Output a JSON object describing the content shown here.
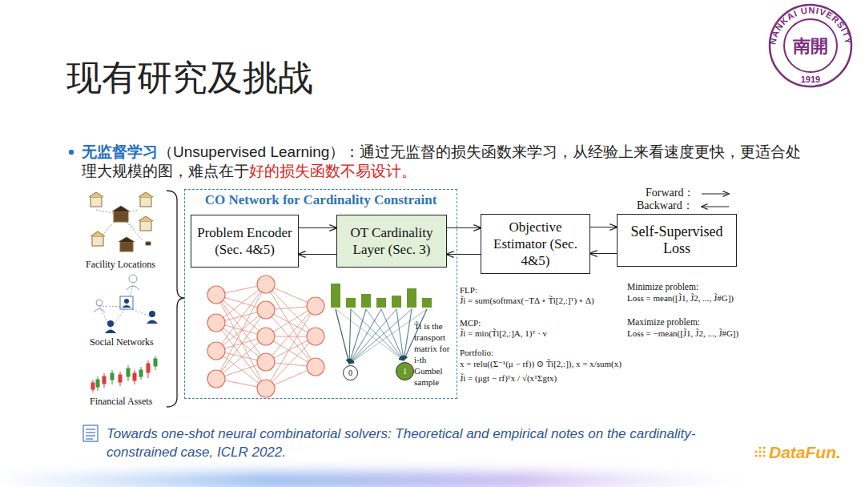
{
  "diagram": {
    "title": "现有研究及挑战",
    "caption": "Towards one-shot neural combinatorial solvers: Theoretical and empirical notes on the cardinality-constrained case, ICLR 2022.",
    "nodes": [
      {
        "text": [
          "CO Network for Cardinality Constraint"
        ]
      },
      {
        "text": [
          "Problem Encoder (Sec. 4&5)"
        ],
        "in": 0
      },
      {
        "text": [
          "OT Cardinality Layer (Sec. 3)"
        ],
        "in": 0
      },
      {
        "text": [
          "Objective Estimator (Sec. 4&5)"
        ]
      },
      {
        "text": [
          "Self-Supervised Loss"
        ]
      },
      {
        "text": [
          "0"
        ],
        "in": 0
      },
      {
        "text": [
          "1"
        ],
        "in": 0
      }
    ],
    "edges": [
      {
        "from": 1,
        "to": 2,
        "arrow": "to"
      },
      {
        "from": 2,
        "to": 1,
        "arrow": "to"
      },
      {
        "from": 2,
        "to": 3,
        "arrow": "to"
      },
      {
        "from": 3,
        "to": 2,
        "arrow": "to"
      },
      {
        "from": 3,
        "to": 4,
        "arrow": "to"
      },
      {
        "from": 4,
        "to": 3,
        "arrow": "to"
      }
    ],
    "labels": [
      "无监督学习",
      "（Unsupervised Learning）：通过无监督的损失函数来学习，从经验上来看速度更快，更适合处理大规模的图，难点在于",
      "好的损失函数不易设计。",
      "Forward：",
      "Backward：",
      "Facility Locations",
      "Social Networks",
      "Financial Assets",
      "T̃i is the transport matrix for i-th Gumbel sample",
      "FLP:",
      "J̃i = sum(softmax(−TΔ ∘ T̃i[2,:]ᵀ) ∘ Δ)",
      "MCP:",
      "J̃i = min(T̃i[2,:]A, 1)ᵀ · v",
      "Portfolio:",
      "x = relu((Σ⁻¹(μ − rf)) ⊙ T̃i[2,:]), x = x/sum(x)",
      "J̃i = (μgt − rf)ᵀx / √(xᵀΣgtx)",
      "Minimize problem:",
      "Loss = mean([J̃1, J̃2, ..., J̃#G])",
      "Maximize problem:",
      "Loss = −mean([J̃1, J̃2, ..., J̃#G])",
      "DataFun.",
      "NANKAI UNIVERSITY",
      "1919",
      "南開"
    ]
  }
}
